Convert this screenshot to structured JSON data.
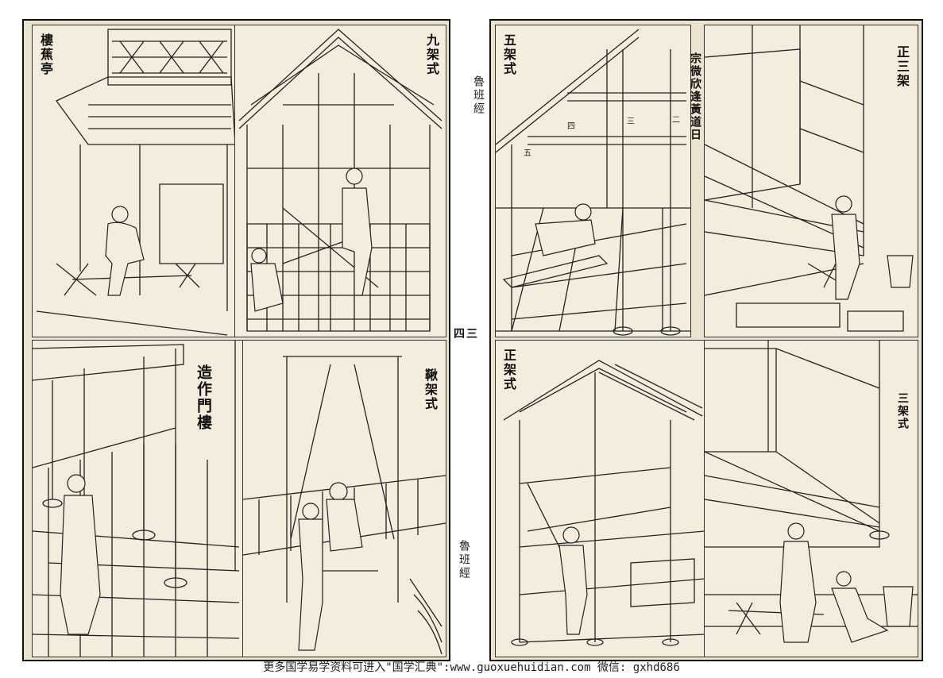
{
  "side_text": {
    "top": "魯班經",
    "bottom": "魯班經"
  },
  "page_number": "四三",
  "panels": {
    "tl": {
      "label": "樓蕉亭"
    },
    "tr": {
      "label": "九架式"
    },
    "bl": {
      "label": "造作門樓"
    },
    "br": {
      "label": "鞦架式"
    },
    "r_tl": {
      "label": "五架式",
      "beam_numbers": [
        "四",
        "三",
        "二",
        "五"
      ]
    },
    "r_tm": {
      "label": "宗微欣逢黃道日"
    },
    "r_tr": {
      "label": "正三架"
    },
    "r_bl": {
      "label": "正架式"
    },
    "r_br": {
      "label": "三架式"
    }
  },
  "footer": "更多国学易学资料可进入\"国学汇典\":www.guoxuehuidian.com  微信: gxhd686",
  "colors": {
    "paper": "#ece3cf",
    "ink": "#1a1a1a",
    "frame": "#111111"
  }
}
